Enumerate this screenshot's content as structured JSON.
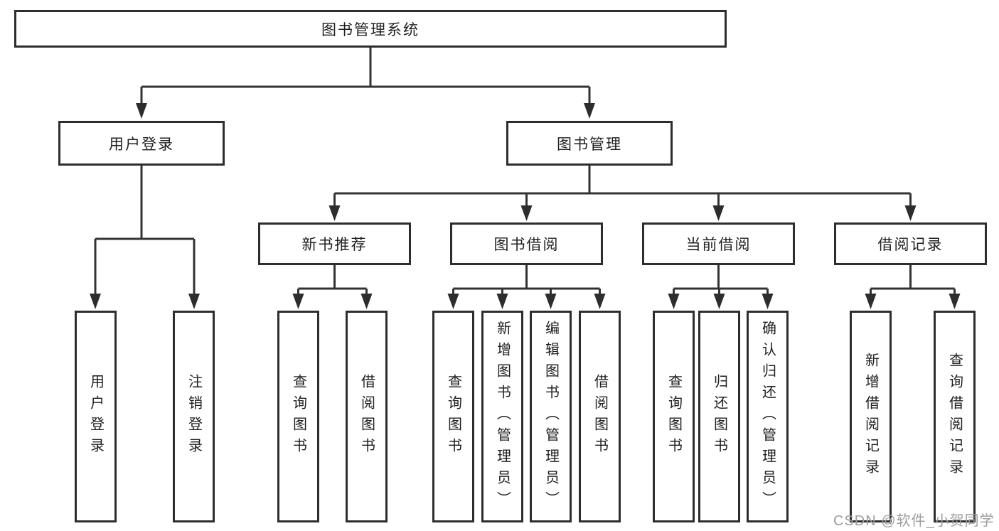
{
  "diagram": {
    "type": "hierarchy-tree",
    "root": {
      "label": "图书管理系统"
    },
    "level2": {
      "user_login": {
        "label": "用户登录"
      },
      "book_mgmt": {
        "label": "图书管理"
      }
    },
    "level3": {
      "new_book_rec": {
        "label": "新书推荐"
      },
      "book_borrow": {
        "label": "图书借阅"
      },
      "current_borrow": {
        "label": "当前借阅"
      },
      "borrow_records": {
        "label": "借阅记录"
      }
    },
    "leaves": [
      {
        "label": "用户登录"
      },
      {
        "label": "注销登录"
      },
      {
        "label": "查询图书"
      },
      {
        "label": "借阅图书"
      },
      {
        "label": "查询图书"
      },
      {
        "label": "新增图书（管理员）"
      },
      {
        "label": "编辑图书（管理员）"
      },
      {
        "label": "借阅图书"
      },
      {
        "label": "查询图书"
      },
      {
        "label": "归还图书"
      },
      {
        "label": "确认归还（管理员）"
      },
      {
        "label": "新增借阅记录"
      },
      {
        "label": "查询借阅记录"
      }
    ],
    "colors": {
      "line": "#333333",
      "box_border": "#2d2d2d",
      "box_fill": "#ffffff",
      "text": "#1f1f1f",
      "background": "#ffffff",
      "watermark": "#9d9da0"
    }
  },
  "watermark": {
    "text": "CSDN @软件_小贺同学"
  }
}
